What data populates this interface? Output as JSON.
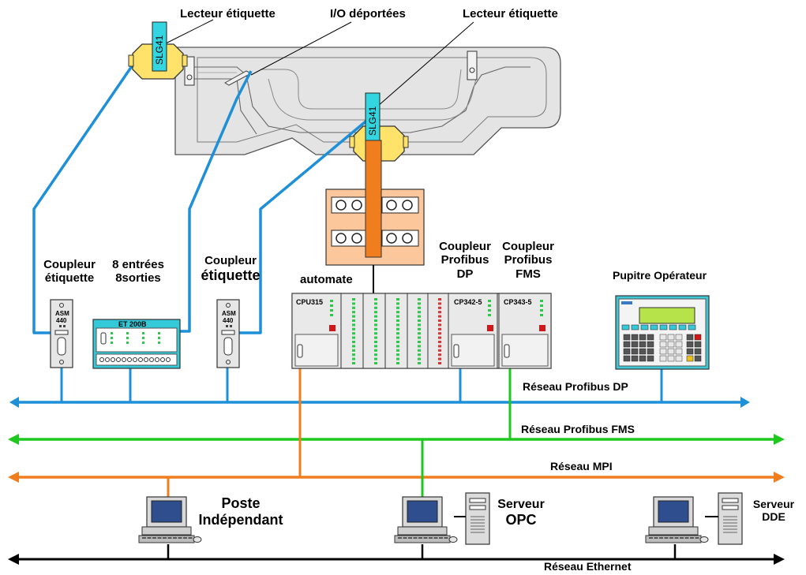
{
  "labels": {
    "reader_left": "Lecteur étiquette",
    "remote_io": "I/O déportées",
    "reader_right": "Lecteur étiquette",
    "slg_tag": "SLG41",
    "coupler_left_1": "Coupleur",
    "coupler_left_2": "étiquette",
    "io_1": "8 entrées",
    "io_2": "8sorties",
    "coupler_mid_1": "Coupleur",
    "coupler_mid_2": "étiquette",
    "automate": "automate",
    "dp_coupler_1": "Coupleur",
    "dp_coupler_2": "Profibus",
    "dp_coupler_3": "DP",
    "fms_coupler_1": "Coupleur",
    "fms_coupler_2": "Profibus",
    "fms_coupler_3": "FMS",
    "operator_panel": "Pupitre Opérateur",
    "poste_1": "Poste",
    "poste_2": "Indépendant",
    "opc_1": "Serveur",
    "opc_2": "OPC",
    "dde_1": "Serveur",
    "dde_2": "DDE"
  },
  "device_text": {
    "asm": "ASM",
    "asm_num": "440",
    "et200": "ET 200B",
    "cpu": "CPU315",
    "cp342": "CP342-5",
    "cp343": "CP343-5"
  },
  "networks": [
    {
      "name": "Réseau Profibus DP",
      "color": "#1e90d8"
    },
    {
      "name": "Réseau Profibus FMS",
      "color": "#1ec81e"
    },
    {
      "name": "Réseau MPI",
      "color": "#f07d1e"
    },
    {
      "name": "Réseau Ethernet",
      "color": "#000000"
    }
  ],
  "colors": {
    "profibus_dp": "#1e90d8",
    "profibus_fms": "#1ec81e",
    "mpi": "#f07d1e",
    "ethernet": "#000000",
    "track": "#e3e3e3",
    "tag_cyan": "#33d6e0",
    "reader_yellow": "#ffe26a",
    "robot_peach": "#fcc79a",
    "module_grey": "#e6e6e6"
  }
}
